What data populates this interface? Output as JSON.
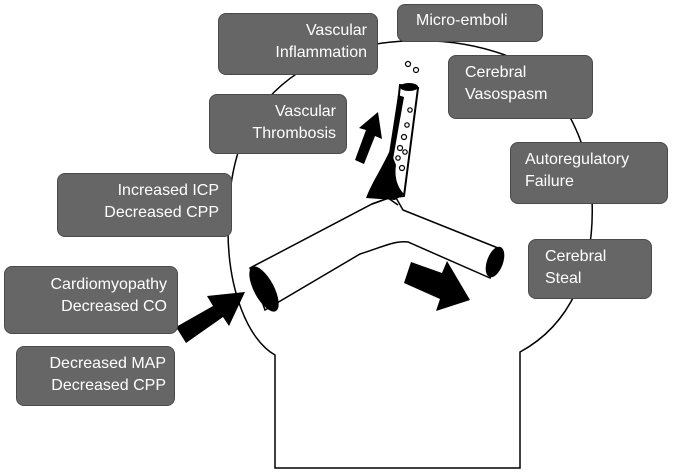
{
  "labels": {
    "vascular_inflammation": [
      "Vascular",
      "Inflammation"
    ],
    "micro_emboli": [
      "Micro-emboli"
    ],
    "cerebral_vasospasm": [
      "Cerebral",
      "Vasospasm"
    ],
    "vascular_thrombosis": [
      "Vascular",
      "Thrombosis"
    ],
    "autoregulatory_failure": [
      "Autoregulatory",
      "Failure"
    ],
    "increased_icp": [
      "Increased ICP",
      "Decreased CPP"
    ],
    "cerebral_steal": [
      "Cerebral",
      "Steal"
    ],
    "cardiomyopathy": [
      "Cardiomyopathy",
      "Decreased CO"
    ],
    "decreased_map": [
      "Decreased MAP",
      "Decreased CPP"
    ]
  },
  "colors": {
    "box_fill": "#666666",
    "box_text": "#ffffff",
    "outline": "#000000",
    "arrow": "#000000"
  }
}
